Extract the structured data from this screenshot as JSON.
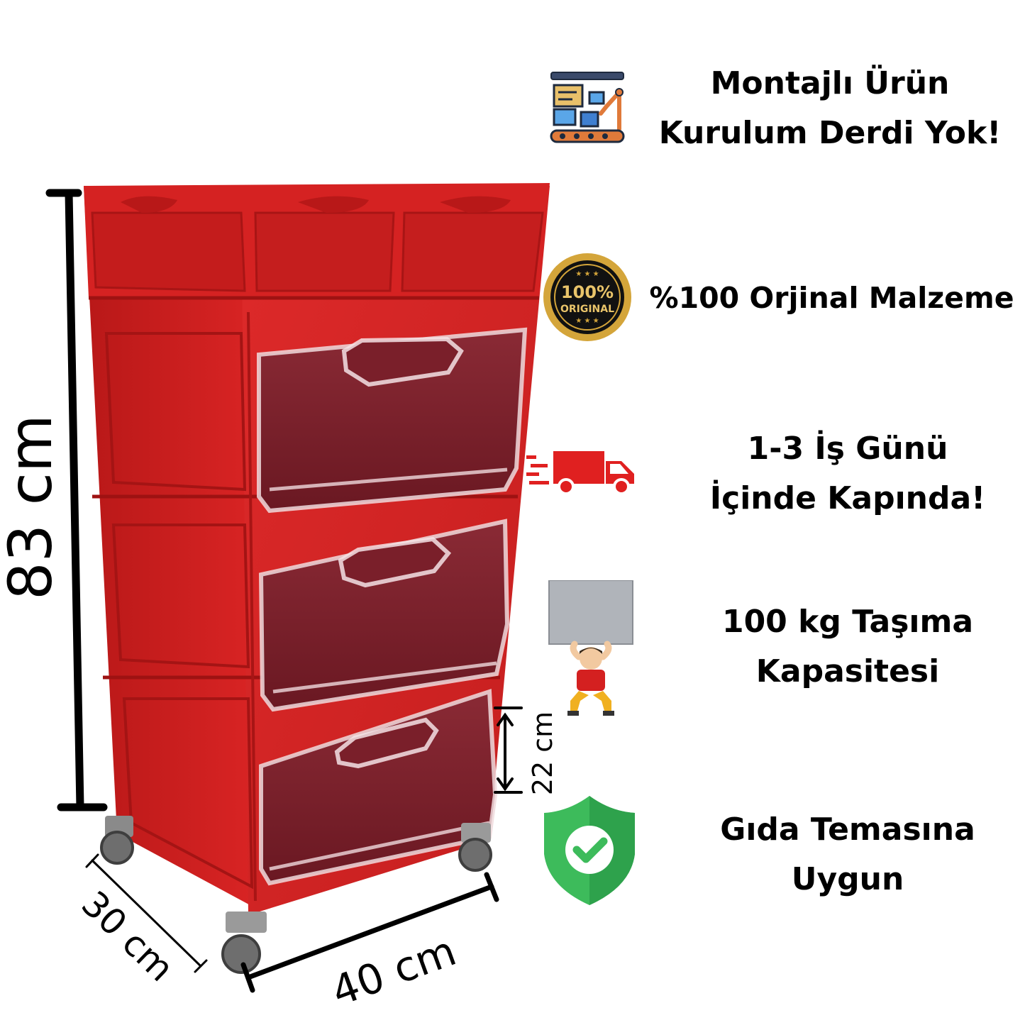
{
  "features": [
    {
      "id": "assembled",
      "icon": "assembly-line-icon",
      "lines": [
        "Montajlı Ürün",
        "Kurulum Derdi Yok!"
      ]
    },
    {
      "id": "original",
      "icon": "original-badge-icon",
      "badge_top": "100%",
      "badge_bottom": "ORIGINAL",
      "lines": [
        "%100 Orjinal Malzeme"
      ]
    },
    {
      "id": "delivery",
      "icon": "delivery-truck-icon",
      "lines": [
        "1-3 İş Günü",
        "İçinde Kapında!"
      ]
    },
    {
      "id": "capacity",
      "icon": "weight-lifter-icon",
      "lines": [
        "100 kg Taşıma",
        "Kapasitesi"
      ]
    },
    {
      "id": "food",
      "icon": "shield-check-icon",
      "lines": [
        "Gıda Temasına",
        "Uygun"
      ]
    }
  ],
  "dimensions": {
    "height": "83 cm",
    "drawer_height": "22 cm",
    "depth": "30 cm",
    "width": "40 cm"
  },
  "colors": {
    "body_red": "#d42020",
    "dark_red": "#a81515",
    "drawer_face": "#7a1f2a",
    "gold": "#d4a53a",
    "shield_green": "#3dbb5b",
    "truck_red": "#e02020"
  }
}
